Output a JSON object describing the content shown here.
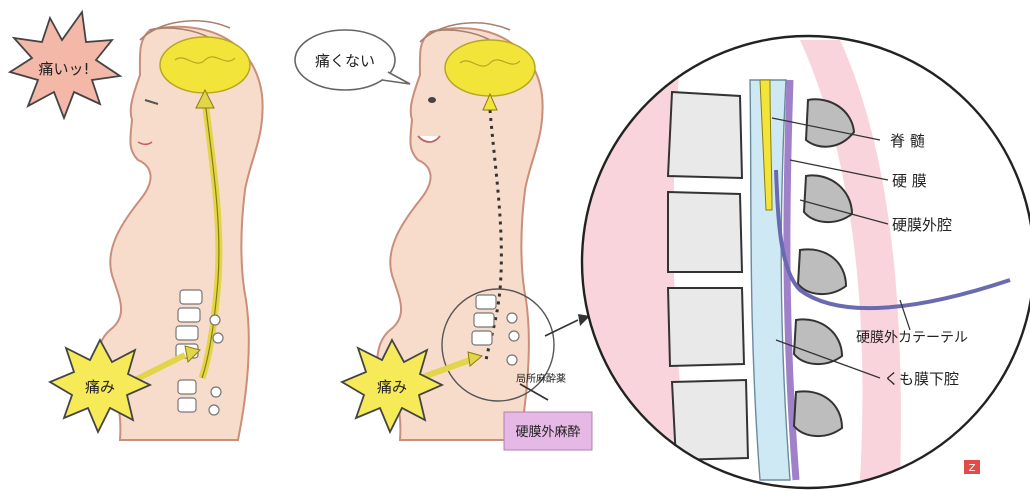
{
  "left_figure": {
    "burst_text": "痛いッ!",
    "pain_text": "痛み"
  },
  "middle_figure": {
    "bubble_text": "痛くない",
    "pain_text": "痛み",
    "local_anesthetic_label": "局所麻酔薬",
    "box_text": "硬膜外麻酔"
  },
  "zoom_labels": {
    "spinal_cord": "脊 髄",
    "dura": "硬 膜",
    "epidural_space": "硬膜外腔",
    "epidural_catheter": "硬膜外カテーテル",
    "subarachnoid_space": "くも膜下腔"
  },
  "colors": {
    "skin": "#f8dccb",
    "skin_outline": "#c98f7a",
    "brain": "#f3e43a",
    "nerve": "#e2d54a",
    "pain_star": "#f7ea58",
    "burst": "#f4b8a8",
    "box": "#e6b8e6",
    "dura_pink": "#f7c9d3",
    "csf_blue": "#cfe9f4",
    "purple": "#a080c8"
  },
  "corner_mark": "Z"
}
